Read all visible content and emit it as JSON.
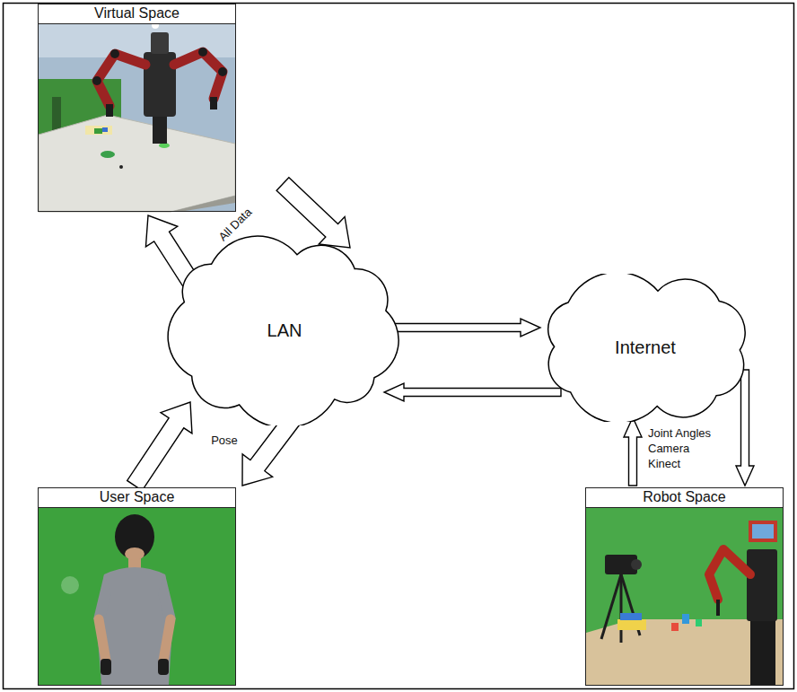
{
  "diagram": {
    "nodes": [
      {
        "text": [
          "Virtual Space"
        ]
      },
      {
        "text": [
          "LAN"
        ]
      },
      {
        "text": [
          "Internet"
        ]
      },
      {
        "text": [
          "User Space"
        ]
      },
      {
        "text": [
          "Robot Space"
        ]
      }
    ],
    "edges": [
      {
        "from": 0,
        "to": 1,
        "arrow": "to",
        "label": "All Data"
      },
      {
        "from": 1,
        "to": 0,
        "arrow": "to"
      },
      {
        "from": 1,
        "to": 2,
        "arrow": "to"
      },
      {
        "from": 2,
        "to": 1,
        "arrow": "to"
      },
      {
        "from": 3,
        "to": 1,
        "arrow": "to"
      },
      {
        "from": 1,
        "to": 3,
        "arrow": "to",
        "label": "Pose"
      },
      {
        "from": 4,
        "to": 2,
        "arrow": "to"
      },
      {
        "from": 2,
        "to": 4,
        "arrow": "to",
        "label": "Joint Angles Camera Kinect"
      }
    ]
  }
}
